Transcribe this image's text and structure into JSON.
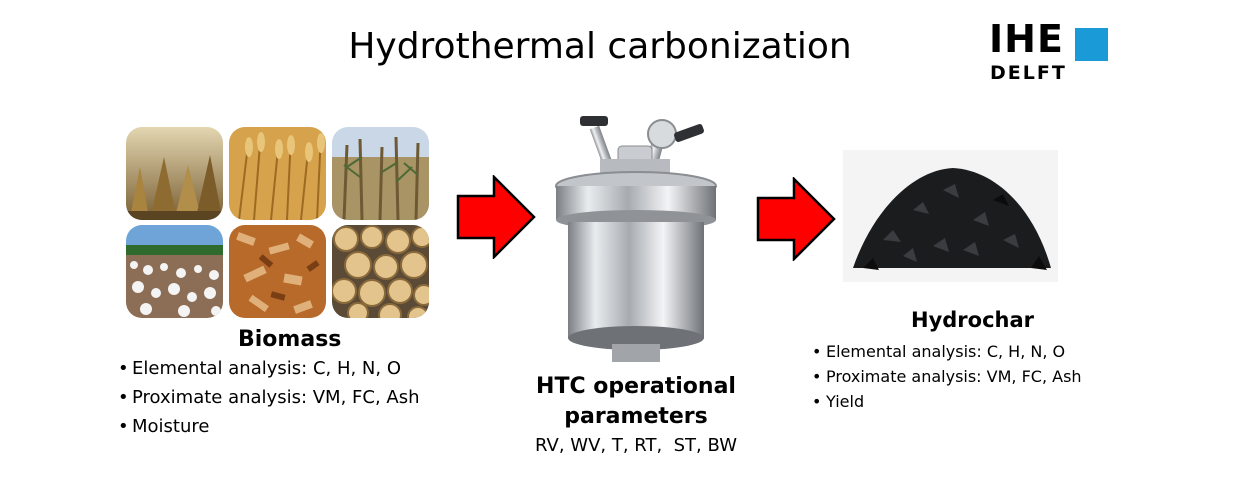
{
  "title": "Hydrothermal carbonization",
  "logo": {
    "line1": "IHE",
    "line2": "DELFT",
    "square_color": "#1a9ad6"
  },
  "biomass": {
    "heading": "Biomass",
    "items": [
      "Elemental analysis: C, H, N, O",
      "Proximate analysis: VM, FC, Ash",
      "Moisture"
    ],
    "photos": [
      "straw-bundles-photo",
      "wheat-photo",
      "corn-stalks-photo",
      "cotton-field-photo",
      "wood-chips-photo",
      "log-pile-photo"
    ]
  },
  "htc": {
    "heading_line1": "HTC operational",
    "heading_line2": "parameters",
    "params": "RV, WV, T, RT,  ST, BW"
  },
  "hydrochar": {
    "heading": "Hydrochar",
    "items": [
      "Elemental analysis: C, H, N, O",
      "Proximate analysis: VM, FC, Ash",
      "Yield"
    ]
  },
  "arrow_color": "#ff0000"
}
